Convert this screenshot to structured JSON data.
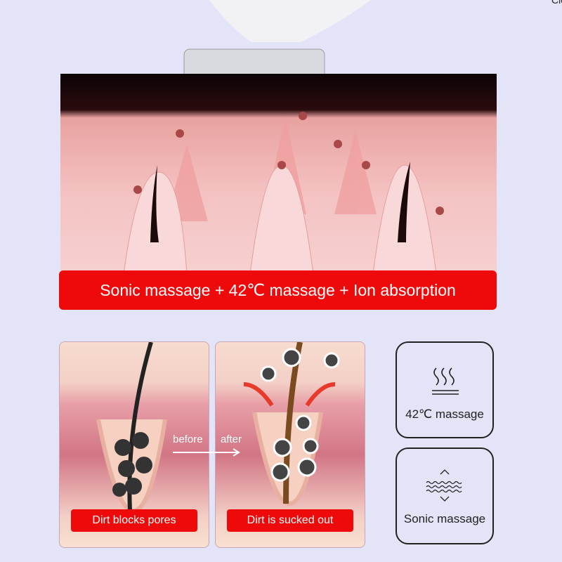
{
  "corner_text": "Cle",
  "banner": {
    "text": "Sonic massage + 42℃ massage  + Ion absorption"
  },
  "comparison": {
    "before_label": "before",
    "after_label": "after",
    "before_caption": "Dirt blocks pores",
    "after_caption": "Dirt is sucked out"
  },
  "features": [
    {
      "icon": "heat-icon",
      "label": "42℃ massage"
    },
    {
      "icon": "sonic-wave-icon",
      "label": "Sonic massage"
    }
  ],
  "colors": {
    "accent": "#ee0a0a",
    "background": "#e4e4f8"
  }
}
